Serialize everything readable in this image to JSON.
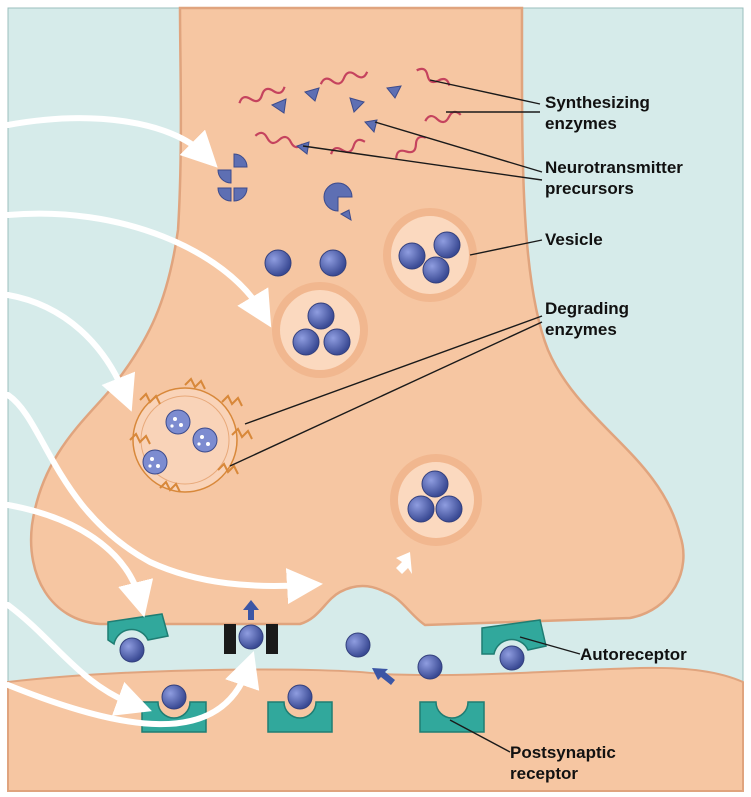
{
  "labels": {
    "synthesizing": [
      "Synthesizing",
      "enzymes"
    ],
    "precursors": [
      "Neurotransmitter",
      "precursors"
    ],
    "vesicle": "Vesicle",
    "degrading": [
      "Degrading",
      "enzymes"
    ],
    "autoreceptor": "Autoreceptor",
    "postsynaptic": [
      "Postsynaptic",
      "receptor"
    ]
  },
  "colors": {
    "background": "#d6ebea",
    "cell": "#f6c6a2",
    "cell_outline": "#e0a47e",
    "molecule": "#4c5da8",
    "enzyme": "#c5435e",
    "degrading_enzyme": "#d8883a",
    "receptor": "#31a89c",
    "arrow": "#ffffff"
  }
}
